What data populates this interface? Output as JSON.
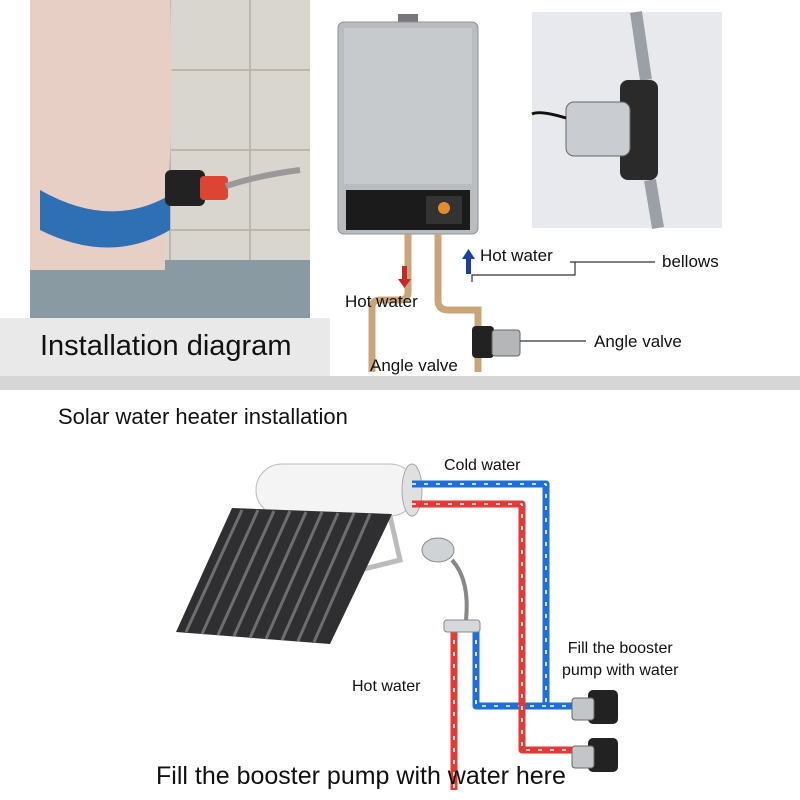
{
  "top_panel": {
    "caption": "Installation diagram",
    "labels": {
      "hot_water_in": "Hot water",
      "hot_water_out": "Hot water",
      "bellows": "bellows",
      "angle_valve_right": "Angle valve",
      "angle_valve_bottom": "Angle valve"
    }
  },
  "bottom_panel": {
    "title": "Solar water heater installation",
    "labels": {
      "cold_water": "Cold water",
      "hot_water": "Hot water",
      "fill_pump": "Fill the booster\npump with water",
      "fill_here": "Fill the booster pump with water here"
    }
  },
  "colors": {
    "hot_pipe": "#e53935",
    "cold_pipe": "#1e6fd9",
    "arrow_hot": "#c62828",
    "arrow_cold": "#1a3fa0"
  },
  "icons": [
    "photo-wall-tank",
    "water-heater-icon",
    "booster-pump-icon",
    "solar-heater-icon",
    "shower-head-icon"
  ]
}
